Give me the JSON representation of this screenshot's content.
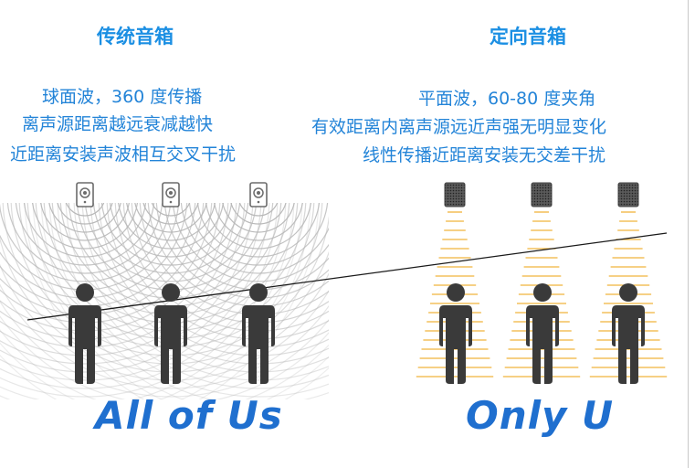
{
  "left": {
    "title": "传统音箱",
    "lines": [
      "球面波，360 度传播",
      "离声源距离越远衰减越快",
      "近距离安装声波相互交叉干扰"
    ],
    "slogan": "All of Us"
  },
  "right": {
    "title": "定向音箱",
    "lines": [
      "平面波，60-80 度夹角",
      "有效距离内离声源远近声强无明显变化",
      "线性传播近距离安装无交差干扰"
    ],
    "slogan": "Only U"
  },
  "colors": {
    "text_blue": "#2384d8",
    "title_blue": "#1b8fe3",
    "slogan_blue": "#1f6fcf",
    "figure": "#3a3a3a",
    "wave_gray": "#b8b8b8",
    "wave_orange": "#f0b43c"
  },
  "icons": {
    "traditional_speaker": "speaker-icon",
    "directional_speaker": "grille-speaker-icon",
    "person": "person-icon"
  }
}
